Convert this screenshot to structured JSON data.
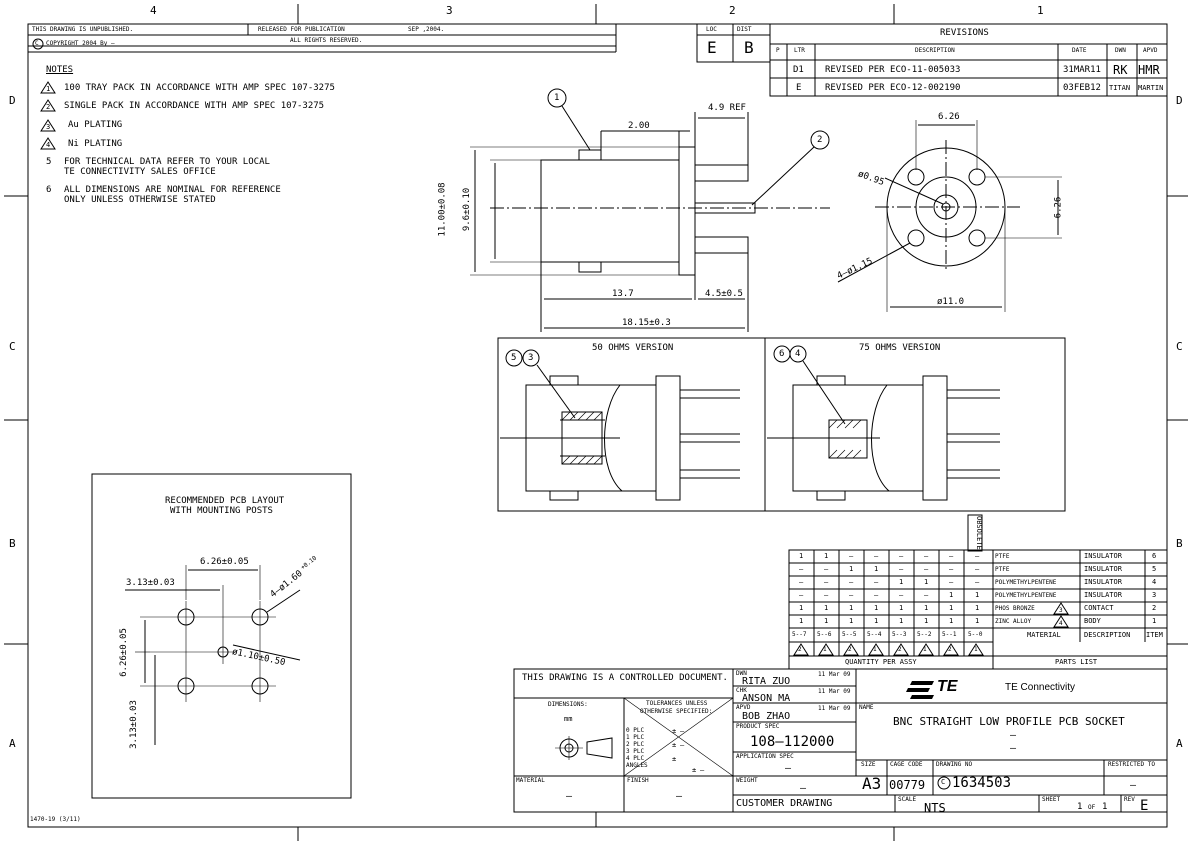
{
  "frame": {
    "zones_top": [
      "4",
      "3",
      "2",
      "1"
    ],
    "zones_side": [
      "D",
      "C",
      "B",
      "A"
    ],
    "form_no": "1470-19  (3/11)"
  },
  "header": {
    "unpublished": "THIS DRAWING IS UNPUBLISHED.",
    "released": "RELEASED FOR PUBLICATION",
    "release_date": "SEP ,2004.",
    "copyright": "COPYRIGHT  2004  By  –",
    "rights": "ALL RIGHTS RESERVED.",
    "copyright_symbol": "C",
    "loc_label": "LOC",
    "loc_value": "E",
    "dist_label": "DIST",
    "dist_value": "B"
  },
  "revisions": {
    "title": "REVISIONS",
    "cols": [
      "P",
      "LTR",
      "DESCRIPTION",
      "DATE",
      "DWN",
      "APVD"
    ],
    "rows": [
      {
        "ltr": "D1",
        "desc": "REVISED PER ECO-11-005033",
        "date": "31MAR11",
        "dwn": "RK",
        "apvd": "HMR"
      },
      {
        "ltr": "E",
        "desc": "REVISED PER ECO-12-002190",
        "date": "03FEB12",
        "dwn": "TITAN",
        "apvd": "MARTIN"
      }
    ]
  },
  "notes": {
    "title": "NOTES",
    "items": [
      {
        "num": "1",
        "tri": true,
        "text": "100 TRAY PACK IN ACCORDANCE WITH AMP SPEC 107-3275"
      },
      {
        "num": "2",
        "tri": true,
        "text": "SINGLE PACK IN ACCORDANCE WITH AMP SPEC 107-3275"
      },
      {
        "num": "3",
        "tri": true,
        "text": "Au PLATING"
      },
      {
        "num": "4",
        "tri": true,
        "text": "Ni PLATING"
      },
      {
        "num": "5",
        "tri": false,
        "text": "FOR TECHNICAL DATA REFER TO YOUR LOCAL",
        "text2": "TE CONNECTIVITY SALES OFFICE"
      },
      {
        "num": "6",
        "tri": false,
        "text": "ALL DIMENSIONS ARE NOMINAL FOR REFERENCE",
        "text2": "ONLY UNLESS OTHERWISE STATED"
      }
    ]
  },
  "side_view": {
    "balloon1": "1",
    "balloon2": "2",
    "dim_49": "4.9 REF",
    "dim_200": "2.00",
    "dim_1100": "11.00±0.08",
    "dim_96": "9.6±0.10",
    "dim_137": "13.7",
    "dim_45": "4.5±0.5",
    "dim_1815": "18.15±0.3"
  },
  "end_view": {
    "dim_626_top": "6.26",
    "dim_626_side": "6.26",
    "dim_095": "ø0.95",
    "dim_115": "4–ø1.15",
    "dim_110": "ø11.0"
  },
  "versions": {
    "left_title": "50 OHMS VERSION",
    "left_balloons": [
      "5",
      "3"
    ],
    "right_title": "75 OHMS VERSION",
    "right_balloons": [
      "6",
      "4"
    ]
  },
  "pcb": {
    "title1": "RECOMMENDED PCB LAYOUT",
    "title2": "WITH MOUNTING POSTS",
    "dim_626": "6.26±0.05",
    "dim_313_top": "3.13±0.03",
    "dim_4holes": "4–ø1.60",
    "dim_4holes_tol": "+0.10",
    "dim_626_v": "6.26±0.05",
    "dim_center": "ø1.10±0.50",
    "dim_313_v": "3.13±0.03"
  },
  "parts": {
    "obsolete_label": "OBSOLETE",
    "qty_label": "QUANTITY PER ASSY",
    "list_label": "PARTS LIST",
    "material_header": "MATERIAL",
    "desc_header": "DESCRIPTION",
    "item_header": "ITEM",
    "variant_cols": [
      "5--7",
      "5--6",
      "5--5",
      "5--4",
      "5--3",
      "5--2",
      "5--1",
      "5--0"
    ],
    "tri_flags": [
      "2",
      "1",
      "2",
      "1",
      "2",
      "1",
      "2",
      "1"
    ],
    "rows": [
      {
        "q": [
          "1",
          "1",
          "–",
          "–",
          "–",
          "–",
          "–",
          "–"
        ],
        "mat": "PTFE",
        "tri": "",
        "desc": "INSULATOR",
        "item": "6"
      },
      {
        "q": [
          "–",
          "–",
          "1",
          "1",
          "–",
          "–",
          "–",
          "–"
        ],
        "mat": "PTFE",
        "tri": "",
        "desc": "INSULATOR",
        "item": "5"
      },
      {
        "q": [
          "–",
          "–",
          "–",
          "–",
          "1",
          "1",
          "–",
          "–"
        ],
        "mat": "POLYMETHYLPENTENE",
        "tri": "",
        "desc": "INSULATOR",
        "item": "4"
      },
      {
        "q": [
          "–",
          "–",
          "–",
          "–",
          "–",
          "–",
          "1",
          "1"
        ],
        "mat": "POLYMETHYLPENTENE",
        "tri": "",
        "desc": "INSULATOR",
        "item": "3"
      },
      {
        "q": [
          "1",
          "1",
          "1",
          "1",
          "1",
          "1",
          "1",
          "1"
        ],
        "mat": "PHOS BRONZE",
        "tri": "3",
        "desc": "CONTACT",
        "item": "2"
      },
      {
        "q": [
          "1",
          "1",
          "1",
          "1",
          "1",
          "1",
          "1",
          "1"
        ],
        "mat": "ZINC ALLOY",
        "tri": "4",
        "desc": "BODY",
        "item": "1"
      }
    ]
  },
  "title_block": {
    "controlled": "THIS DRAWING IS A CONTROLLED DOCUMENT.",
    "dimensions_label": "DIMENSIONS:",
    "dimensions_unit": "mm",
    "tol_label": "TOLERANCES UNLESS",
    "tol_label2": "OTHERWISE SPECIFIED:",
    "tol_rows": [
      "0 PLC",
      "1 PLC",
      "2 PLC",
      "3 PLC",
      "4 PLC"
    ],
    "tol_angles": "ANGLES",
    "tol_pm": "±",
    "tol_dash": "–",
    "dwn_label": "DWN",
    "dwn_name": "RITA ZUO",
    "dwn_date": "11 Mar 09",
    "chk_label": "CHK",
    "chk_name": "ANSON MA",
    "chk_date": "11 Mar 09",
    "apvd_label": "APVD",
    "apvd_name": "BOB ZHAO",
    "apvd_date": "11 Mar 09",
    "product_spec_label": "PRODUCT SPEC",
    "product_spec": "108–112000",
    "app_spec_label": "APPLICATION SPEC",
    "app_spec": "–",
    "weight_label": "WEIGHT",
    "weight": "–",
    "material_label": "MATERIAL",
    "material": "–",
    "finish_label": "FINISH",
    "finish": "–",
    "logo": "TE",
    "company": "TE Connectivity",
    "name_label": "NAME",
    "name": "BNC STRAIGHT LOW PROFILE PCB SOCKET",
    "name_dash1": "–",
    "name_dash2": "–",
    "size_label": "SIZE",
    "size": "A3",
    "cage_label": "CAGE CODE",
    "cage": "00779",
    "dwg_label": "DRAWING NO",
    "dwg": "1634503",
    "dwg_prefix": "C",
    "restricted_label": "RESTRICTED TO",
    "restricted": "–",
    "customer": "CUSTOMER DRAWING",
    "scale_label": "SCALE",
    "scale": "NTS",
    "sheet_label": "SHEET",
    "sheet": "1",
    "sheet_of": "OF",
    "sheet_total": "1",
    "rev_label": "REV",
    "rev": "E"
  }
}
